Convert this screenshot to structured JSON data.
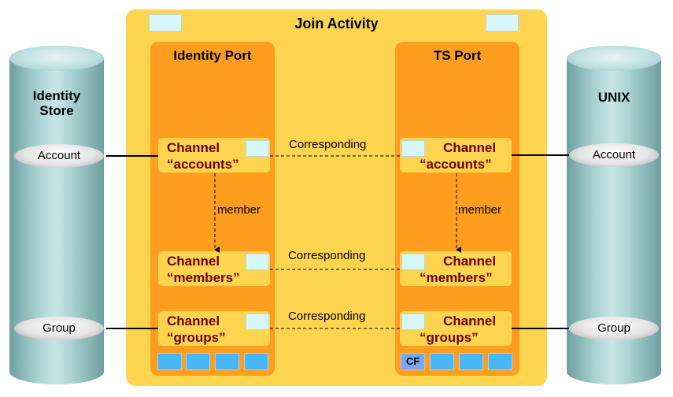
{
  "activity": {
    "title": "Join Activity"
  },
  "left_store": {
    "title_line1": "Identity",
    "title_line2": "Store",
    "account": "Account",
    "group": "Group"
  },
  "right_store": {
    "title": "UNIX",
    "account": "Account",
    "group": "Group"
  },
  "identity_port": {
    "title": "Identity Port",
    "channels": [
      {
        "line1": "Channel",
        "line2": "“accounts”"
      },
      {
        "line1": "Channel",
        "line2": "“members”"
      },
      {
        "line1": "Channel",
        "line2": "“groups”"
      }
    ]
  },
  "ts_port": {
    "title": "TS Port",
    "channels": [
      {
        "line1": "Channel",
        "line2": "“accounts”"
      },
      {
        "line1": "Channel",
        "line2": "“members”"
      },
      {
        "line1": "Channel",
        "line2": "“groups”"
      }
    ],
    "cf_label": "CF"
  },
  "relations": {
    "corresponding": [
      "Corresponding",
      "Corresponding",
      "Corresponding"
    ],
    "member_left": "member",
    "member_right": "member"
  },
  "colors": {
    "activity": "#ffd44f",
    "port": "#ff9d1f",
    "channel_text": "#6b0000",
    "cylinder": "#a9d2d2",
    "small_box": "#d8f7fb",
    "blue_box": "#49b6f5"
  }
}
